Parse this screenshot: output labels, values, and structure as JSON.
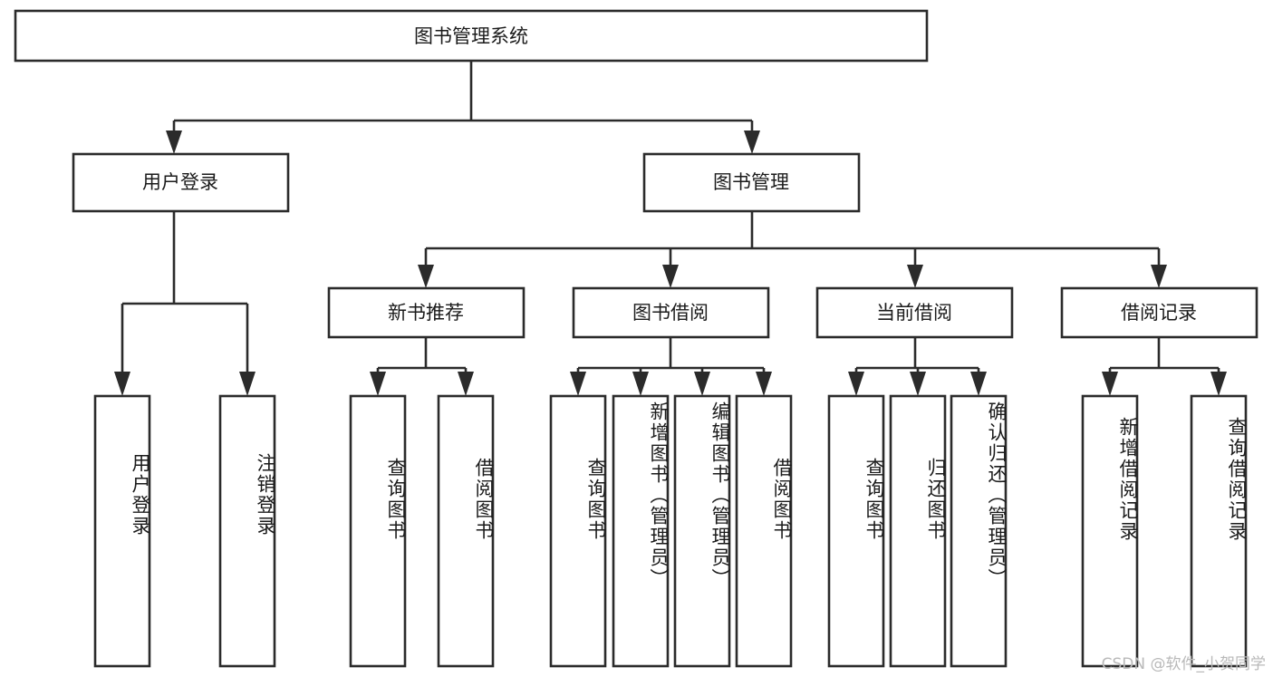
{
  "diagram": {
    "title": "图书管理系统",
    "type": "tree-hierarchy-diagram",
    "watermark": "CSDN @软件_小贺同学",
    "colors": {
      "stroke": "#2b2b2b",
      "fill": "#ffffff",
      "text": "#1b1b1b",
      "watermark": "#b9b9b9"
    },
    "root": {
      "label": "图书管理系统"
    },
    "level2": [
      {
        "label": "用户登录"
      },
      {
        "label": "图书管理"
      }
    ],
    "level3": [
      {
        "label": "新书推荐"
      },
      {
        "label": "图书借阅"
      },
      {
        "label": "当前借阅"
      },
      {
        "label": "借阅记录"
      }
    ],
    "leaves": {
      "user_login": [
        {
          "label": "用户登录"
        },
        {
          "label": "注销登录"
        }
      ],
      "new_book_recommend": [
        {
          "label": "查询图书"
        },
        {
          "label": "借阅图书"
        }
      ],
      "book_borrow": [
        {
          "label": "查询图书"
        },
        {
          "label": "新增图书（管理员）"
        },
        {
          "label": "编辑图书（管理员）"
        },
        {
          "label": "借阅图书"
        }
      ],
      "current_borrow": [
        {
          "label": "查询图书"
        },
        {
          "label": "归还图书"
        },
        {
          "label": "确认归还（管理员）"
        }
      ],
      "borrow_record": [
        {
          "label": "新增借阅记录"
        },
        {
          "label": "查询借阅记录"
        }
      ]
    }
  }
}
